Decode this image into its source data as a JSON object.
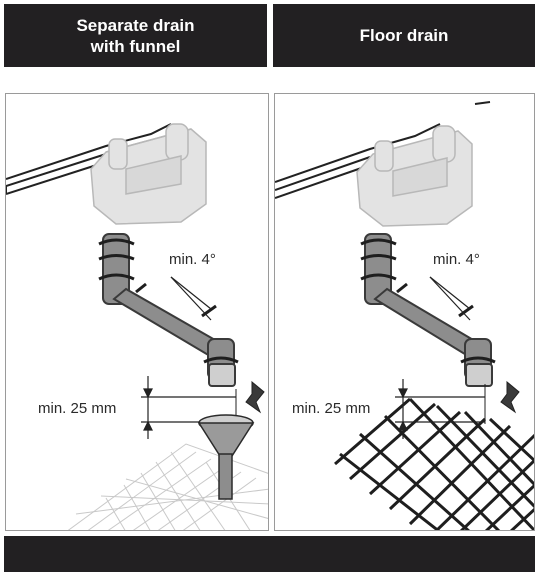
{
  "headers": {
    "left": [
      "Separate drain",
      "with funnel"
    ],
    "right": "Floor drain"
  },
  "panels": {
    "left": {
      "angle_label": "min. 4°",
      "gap_label": "min. 25 mm",
      "drain_type": "funnel"
    },
    "right": {
      "angle_label": "min. 4°",
      "gap_label": "min. 25 mm",
      "drain_type": "floor-grid"
    }
  },
  "colors": {
    "header_bg": "#222022",
    "header_text": "#ffffff",
    "pipe": "#8d8d8d",
    "housing": "#e3e3e3",
    "arrow": "#3a3a3a"
  }
}
